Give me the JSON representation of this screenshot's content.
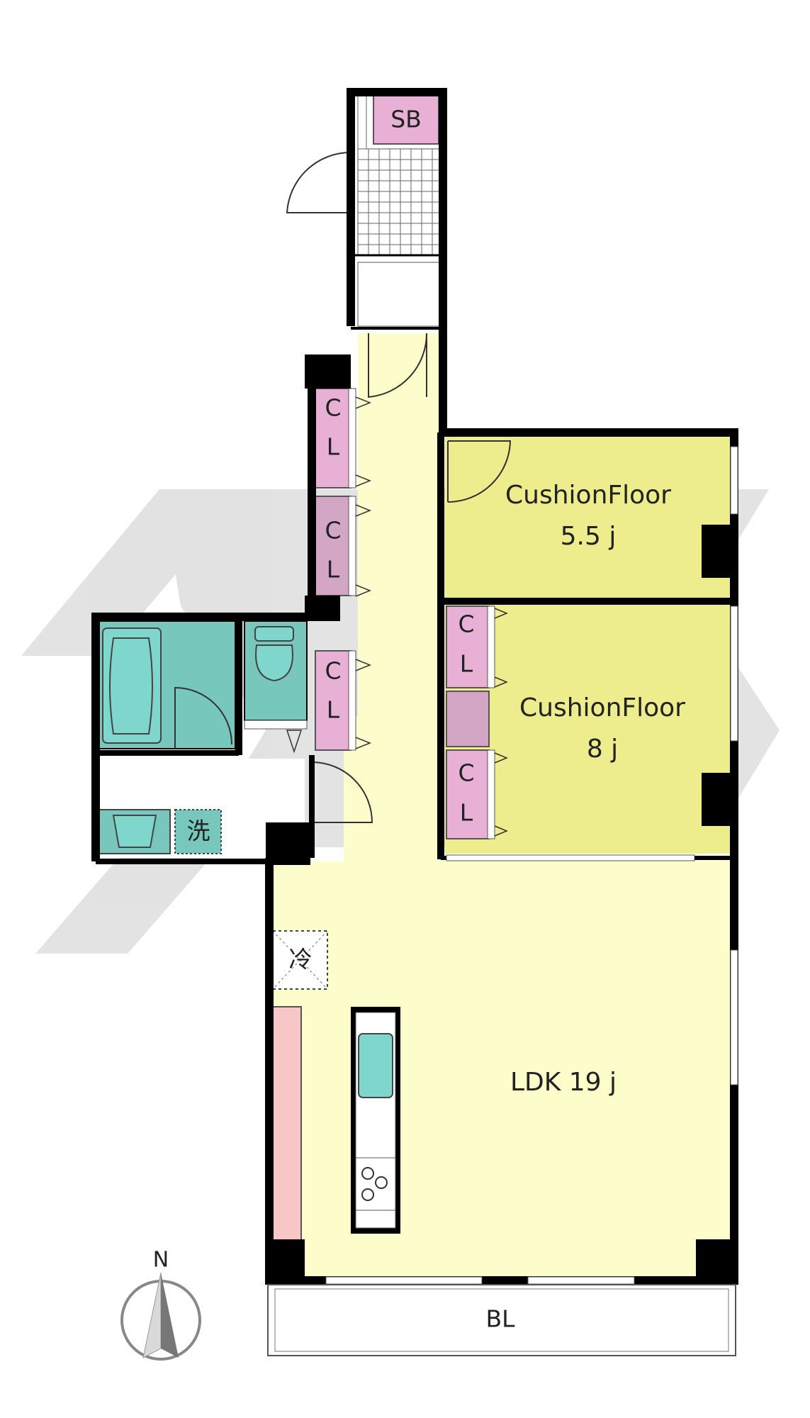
{
  "labels": {
    "sb": "SB",
    "cl": "C",
    "cl2": "L",
    "room_a_name": "CushionFloor",
    "room_a_size": "5.5 j",
    "room_b_name": "CushionFloor",
    "room_b_size": "8 j",
    "ldk": "LDK 19 j",
    "balcony": "BL",
    "washer": "洗",
    "fridge": "冷",
    "north": "N"
  },
  "colors": {
    "corridor": "#fdfccb",
    "room": "#eeed8d",
    "ldk": "#fdfccb",
    "closet": "#e7b0d4",
    "closet_dark": "#d4a6c6",
    "bath": "#77c7bc",
    "toilet": "#77c7bc",
    "counter": "#f8c6c6",
    "wall": "#000000",
    "watermark": "#d8d8d8",
    "sink": "#7fd6cd"
  },
  "icons": [
    "compass-north-icon",
    "door-swing-icon",
    "bathtub-icon",
    "toilet-icon",
    "sink-icon",
    "stove-icon"
  ]
}
